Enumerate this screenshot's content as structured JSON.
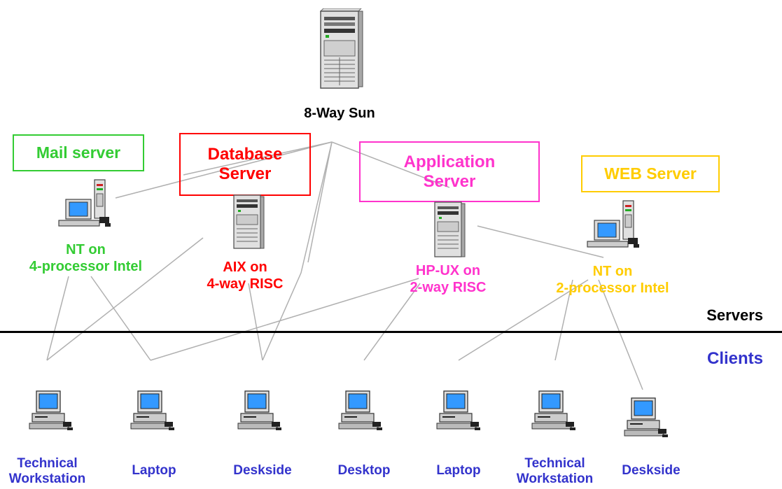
{
  "colors": {
    "mail": "#33cc33",
    "database": "#ff0000",
    "application": "#ff33cc",
    "web": "#ffcc00",
    "clients": "#3333cc",
    "dark": "#000000",
    "line": "#b0b0b0"
  },
  "central": {
    "name": "8-Way Sun",
    "icon": "tower-server-icon"
  },
  "servers": [
    {
      "id": "mail",
      "title": "Mail server",
      "platform_line1": "NT on",
      "platform_line2": "4-processor Intel",
      "icon": "desktop-pc-icon"
    },
    {
      "id": "database",
      "title_line1": "Database",
      "title_line2": "Server",
      "platform_line1": "AIX on",
      "platform_line2": "4-way RISC",
      "icon": "tower-server-icon"
    },
    {
      "id": "application",
      "title_line1": "Application",
      "title_line2": "Server",
      "platform_line1": "HP-UX on",
      "platform_line2": "2-way RISC",
      "icon": "tower-server-icon"
    },
    {
      "id": "web",
      "title": "WEB Server",
      "platform_line1": "NT on",
      "platform_line2": "2-processor Intel",
      "icon": "desktop-pc-icon"
    }
  ],
  "tiers": {
    "servers": "Servers",
    "clients": "Clients"
  },
  "clients": [
    {
      "line1": "Technical",
      "line2": "Workstation",
      "icon": "workstation-icon"
    },
    {
      "line1": "Laptop",
      "line2": "",
      "icon": "workstation-icon"
    },
    {
      "line1": "Deskside",
      "line2": "",
      "icon": "workstation-icon"
    },
    {
      "line1": "Desktop",
      "line2": "",
      "icon": "workstation-icon"
    },
    {
      "line1": "Laptop",
      "line2": "",
      "icon": "workstation-icon"
    },
    {
      "line1": "Technical",
      "line2": "Workstation",
      "icon": "workstation-icon"
    },
    {
      "line1": "Deskside",
      "line2": "",
      "icon": "workstation-icon"
    }
  ]
}
